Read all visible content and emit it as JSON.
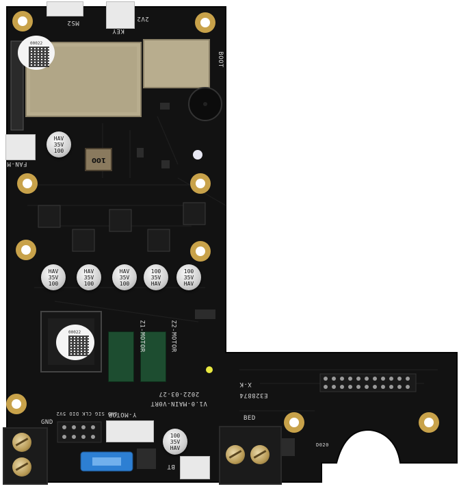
{
  "image": {
    "subject": "Black printed circuit board, L-shaped, photographed on white background",
    "colors": {
      "background": "#ffffff",
      "pcb": "#121212",
      "silkscreen": "#d8d8d8",
      "gold": "#c8a24a",
      "shield": "#b8ad8e"
    }
  },
  "silkscreen": {
    "top_connector_1": "MS2",
    "top_connector_2": "KEY",
    "top_header": "2V2",
    "boot": "BOOT",
    "fan": "FAN-M",
    "date_line": "2022-03-27",
    "board_name": "V1.0-MAIN-V0RT",
    "xk": "X-K",
    "sn": "E328874",
    "motor_conn_1": "Z1-MOTOR",
    "motor_conn_2": "Z2-MOTOR",
    "motor_y": "Y-MOTOR",
    "pins": "GND SIG CLK DIO 5V2",
    "gnd": "GND",
    "bed": "BED",
    "bt": "BT",
    "d020": "D020",
    "inductor": "100",
    "label_code_1": "00022",
    "label_code_2": "00022"
  },
  "capacitors": {
    "top_left": [
      "HAV",
      "35V",
      "100"
    ],
    "row": [
      [
        "HAV",
        "35V",
        "100"
      ],
      [
        "HAV",
        "35V",
        "100"
      ],
      [
        "HAV",
        "35V",
        "100"
      ],
      [
        "100",
        "35V",
        "HAV"
      ],
      [
        "100",
        "35V",
        "HAV"
      ]
    ],
    "bottom": [
      "100",
      "35V",
      "HAV"
    ]
  }
}
